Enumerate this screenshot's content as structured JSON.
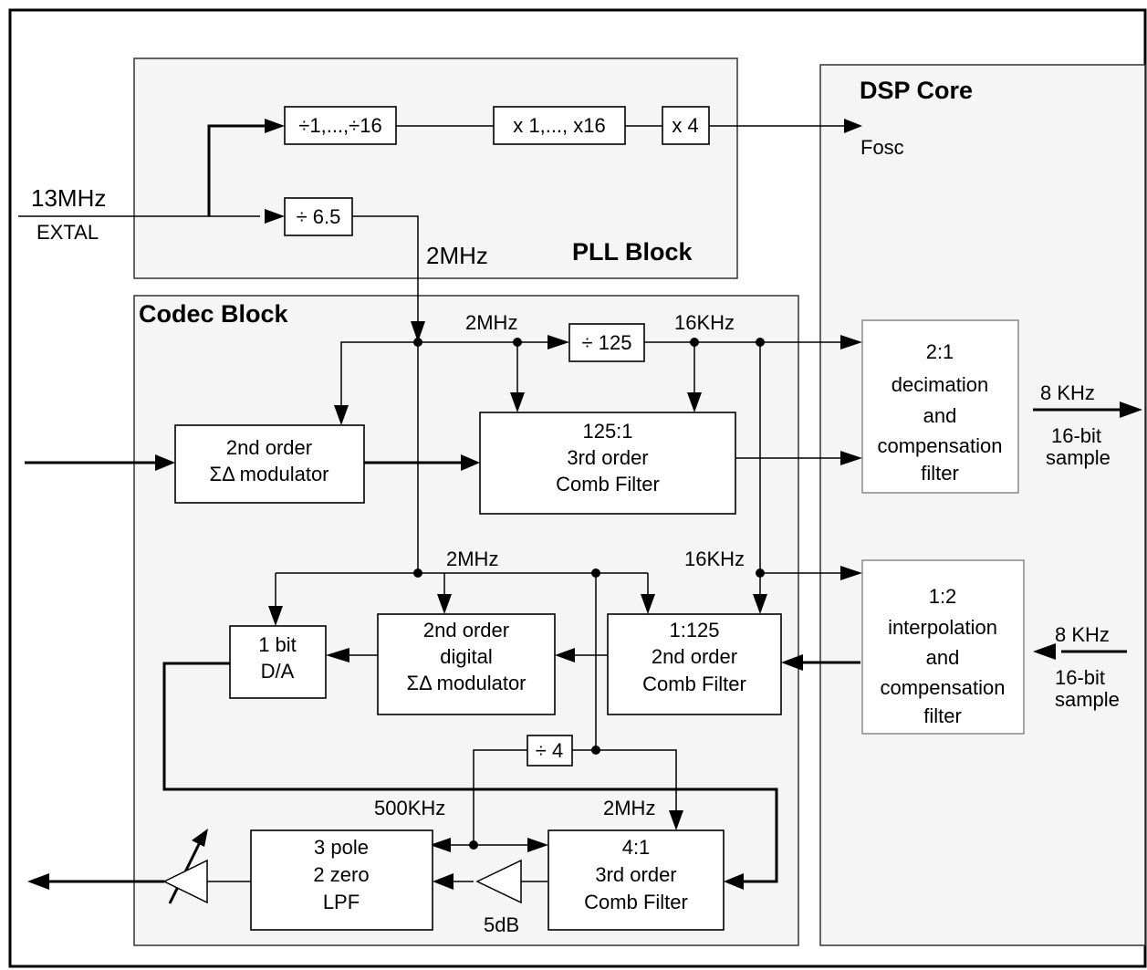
{
  "regions": {
    "pll": "PLL Block",
    "codec": "Codec Block",
    "dsp": "DSP Core"
  },
  "blocks": {
    "div_1_16": "÷1,...,÷16",
    "mul_1_16": "x 1,..., x16",
    "mul_4": "x 4",
    "div_6_5": "÷ 6.5",
    "div_125": "÷ 125",
    "div_4": "÷ 4",
    "sd_modulator": [
      "2nd order",
      "ΣΔ modulator"
    ],
    "comb_125_1": [
      "125:1",
      "3rd order",
      "Comb Filter"
    ],
    "decimation": [
      "2:1",
      "decimation",
      "and",
      "compensation",
      "filter"
    ],
    "interpolation": [
      "1:2",
      "interpolation",
      "and",
      "compensation",
      "filter"
    ],
    "comb_1_125": [
      "1:125",
      "2nd order",
      "Comb Filter"
    ],
    "digital_sd": [
      "2nd order",
      "digital",
      "ΣΔ modulator"
    ],
    "dac": [
      "1 bit",
      "D/A"
    ],
    "comb_4_1": [
      "4:1",
      "3rd order",
      "Comb Filter"
    ],
    "lpf": [
      "3 pole",
      "2 zero",
      "LPF"
    ]
  },
  "labels": {
    "in_freq": "13MHz",
    "in_name": "EXTAL",
    "fosc": "Fosc",
    "pll_out": "2MHz",
    "codec_2mhz_top": "2MHz",
    "codec_16khz_top": "16KHz",
    "codec_2mhz_mid": "2MHz",
    "codec_16khz_mid": "16KHz",
    "out_rate": "8 KHz",
    "out_sample": [
      "16-bit",
      "sample"
    ],
    "in_rate": "8 KHz",
    "in_sample": [
      "16-bit",
      "sample"
    ],
    "khz500": "500KHz",
    "codec_2mhz_low": "2MHz",
    "gain": "5dB"
  }
}
